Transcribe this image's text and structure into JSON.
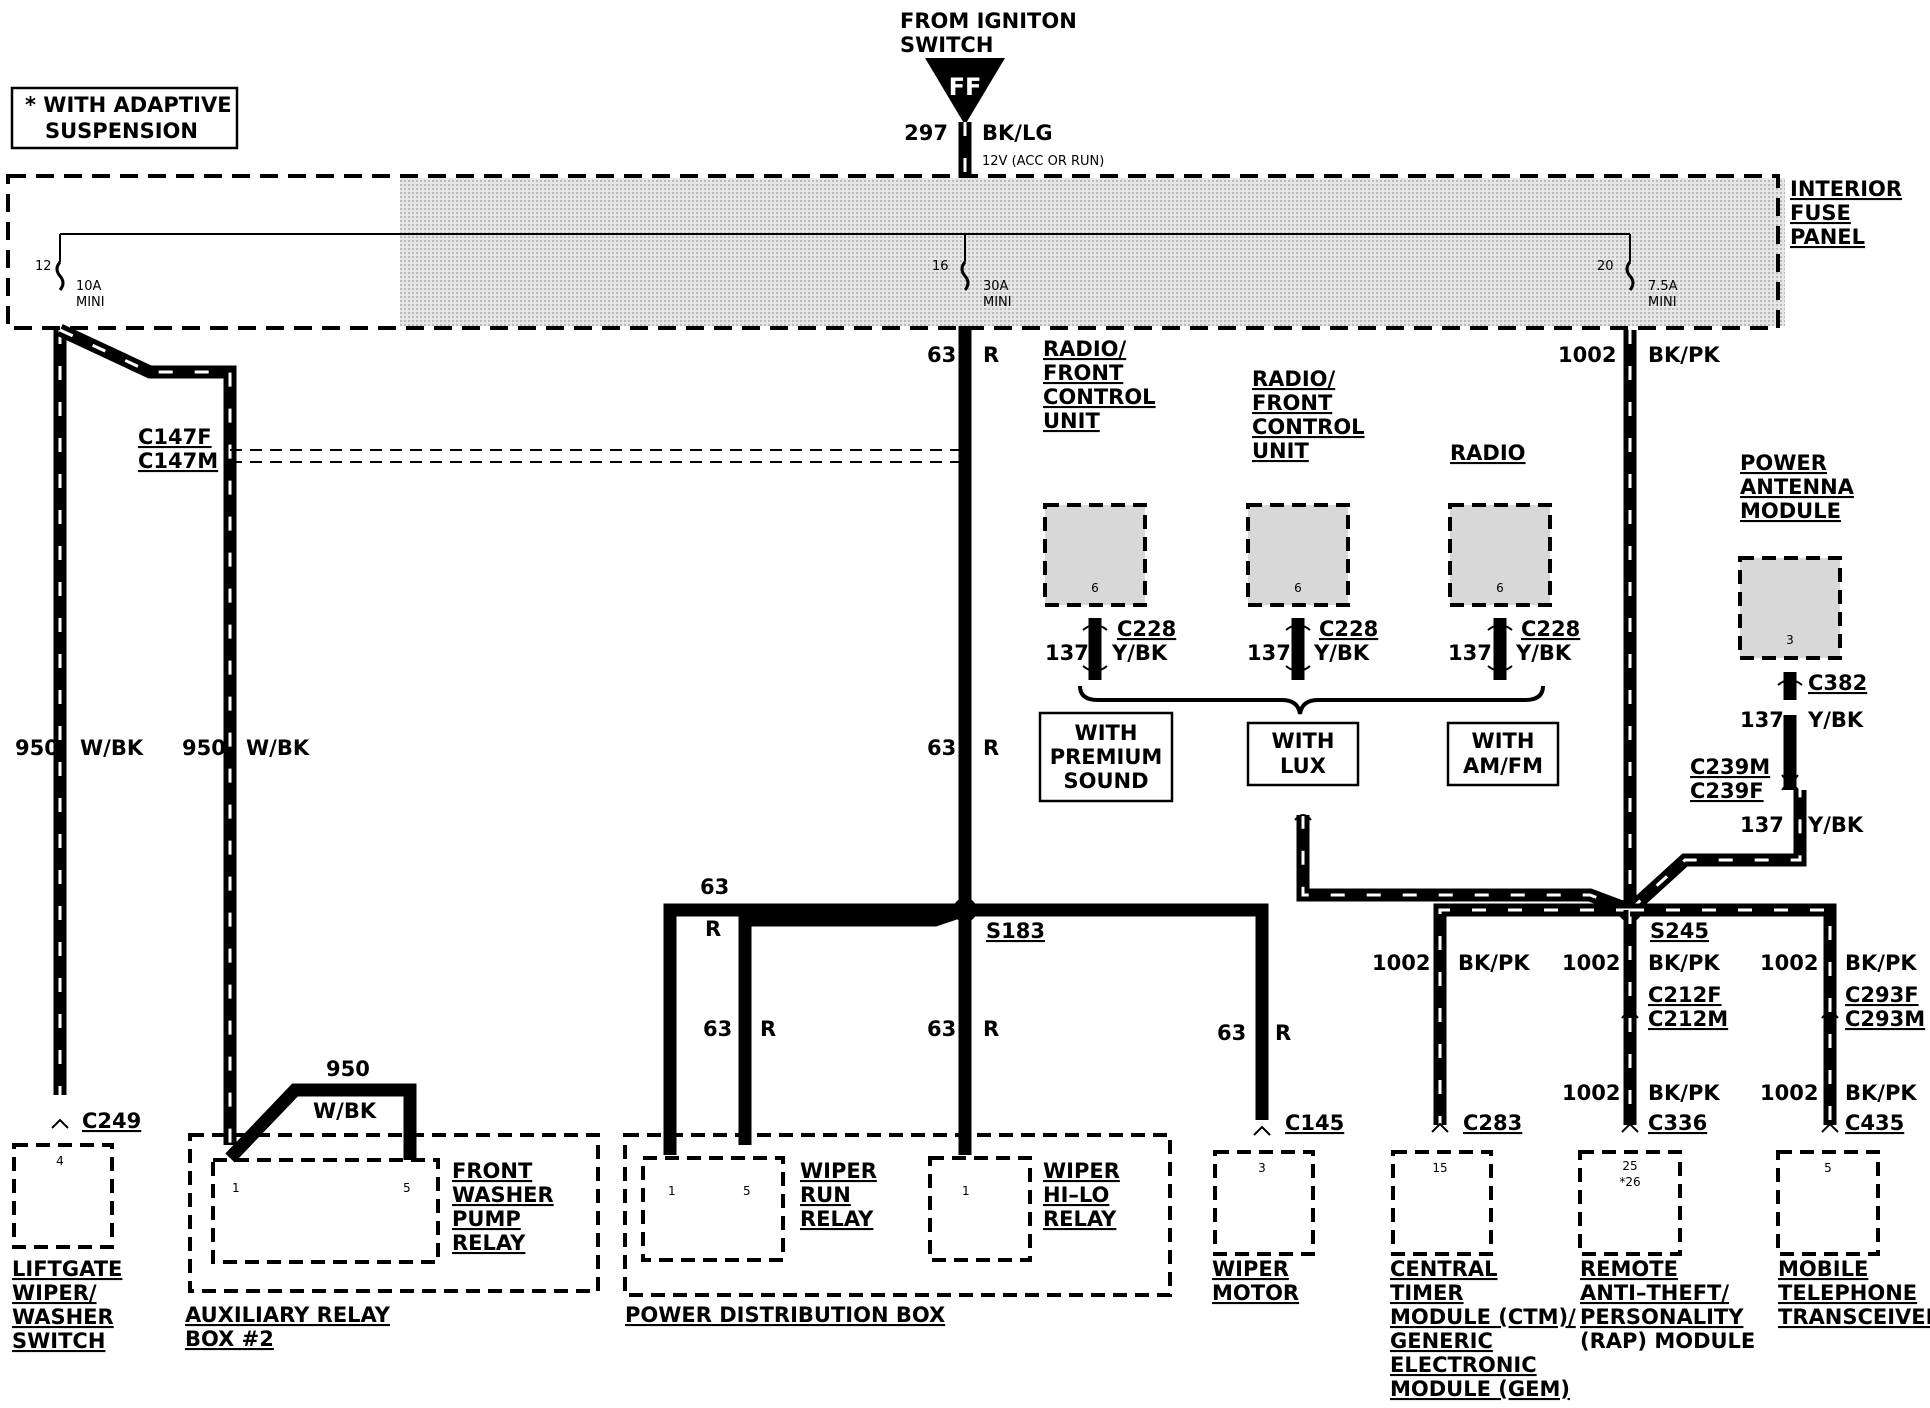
{
  "source": {
    "line1": "FROM IGNITON",
    "line2": "SWITCH",
    "connector": "FF"
  },
  "note": {
    "line1": "* WITH ADAPTIVE",
    "line2": "SUSPENSION"
  },
  "feed": {
    "circuit": "297",
    "color": "BK/LG",
    "voltage": "12V (ACC OR RUN)"
  },
  "fuse_panel": {
    "label": [
      "INTERIOR",
      "FUSE",
      "PANEL"
    ],
    "fuses": [
      {
        "number": "12",
        "rating": "10A",
        "type": "MINI"
      },
      {
        "number": "16",
        "rating": "30A",
        "type": "MINI"
      },
      {
        "number": "20",
        "rating": "7.5A",
        "type": "MINI"
      }
    ]
  },
  "wires": {
    "w63": {
      "circuit": "63",
      "color": "R"
    },
    "w950": {
      "circuit": "950",
      "color": "W/BK"
    },
    "w1002": {
      "circuit": "1002",
      "color": "BK/PK"
    },
    "w137": {
      "circuit": "137",
      "color": "Y/BK"
    }
  },
  "connectors": {
    "c147f": "C147F",
    "c147m": "C147M",
    "c228": "C228",
    "c382": "C382",
    "c239m": "C239M",
    "c239f": "C239F",
    "c249": "C249",
    "c145": "C145",
    "c283": "C283",
    "c212f": "C212F",
    "c212m": "C212M",
    "c336": "C336",
    "c293f": "C293F",
    "c293m": "C293M",
    "c435": "C435"
  },
  "splices": {
    "s183": "S183",
    "s245": "S245"
  },
  "radio_units": [
    {
      "label": [
        "RADIO/",
        "FRONT",
        "CONTROL",
        "UNIT"
      ],
      "pin": "6",
      "option": [
        "WITH",
        "PREMIUM",
        "SOUND"
      ]
    },
    {
      "label": [
        "RADIO/",
        "FRONT",
        "CONTROL",
        "UNIT"
      ],
      "pin": "6",
      "option": [
        "WITH",
        "LUX"
      ]
    },
    {
      "label": [
        "RADIO"
      ],
      "pin": "6",
      "option": [
        "WITH",
        "AM/FM"
      ]
    }
  ],
  "power_antenna": {
    "label": [
      "POWER",
      "ANTENNA",
      "MODULE"
    ],
    "pin": "3"
  },
  "components": {
    "liftgate": {
      "label": [
        "LIFTGATE",
        "WIPER/",
        "WASHER",
        "SWITCH"
      ],
      "pin": "4"
    },
    "aux_box": {
      "label": [
        "AUXILIARY RELAY",
        "BOX #2"
      ]
    },
    "washer_relay": {
      "label": [
        "FRONT",
        "WASHER",
        "PUMP",
        "RELAY"
      ],
      "pin1": "1",
      "pin5": "5"
    },
    "pdb": {
      "label": [
        "POWER DISTRIBUTION BOX"
      ]
    },
    "wiper_run": {
      "label": [
        "WIPER",
        "RUN",
        "RELAY"
      ],
      "pin1": "1",
      "pin5": "5"
    },
    "wiper_hilo": {
      "label": [
        "WIPER",
        "HI–LO",
        "RELAY"
      ],
      "pin1": "1"
    },
    "wiper_motor": {
      "label": [
        "WIPER",
        "MOTOR"
      ],
      "pin": "3"
    },
    "ctm": {
      "label": [
        "CENTRAL",
        "TIMER",
        "MODULE (CTM)/",
        "GENERIC",
        "ELECTRONIC",
        "MODULE (GEM)"
      ],
      "pin": "15"
    },
    "rap": {
      "label": [
        "REMOTE",
        "ANTI–THEFT/",
        "PERSONALITY",
        "(RAP) MODULE"
      ],
      "pin": "25",
      "pin_alt": "*26"
    },
    "phone": {
      "label": [
        "MOBILE",
        "TELEPHONE",
        "TRANSCEIVER"
      ],
      "pin": "5"
    }
  }
}
